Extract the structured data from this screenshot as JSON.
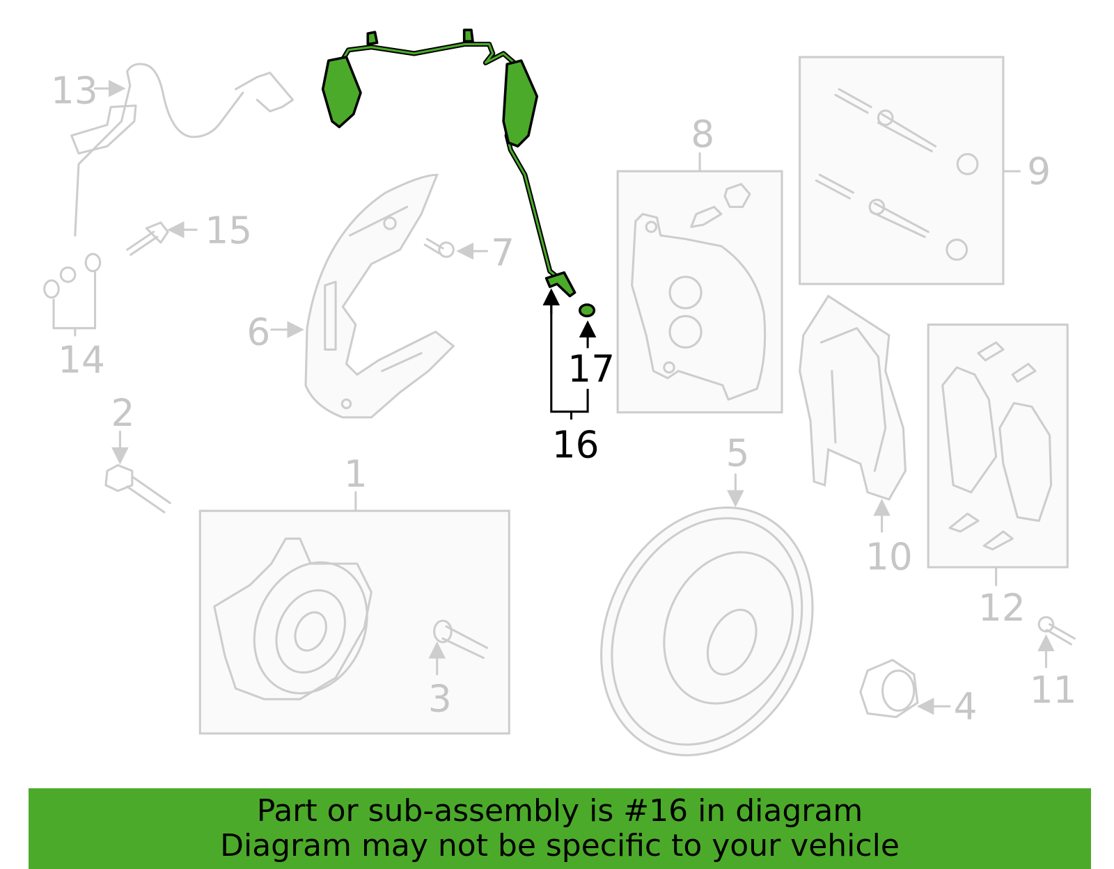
{
  "diagram": {
    "highlight_color": "#4caa2a",
    "highlighted_part": "16",
    "callouts": [
      "1",
      "2",
      "3",
      "4",
      "5",
      "6",
      "7",
      "8",
      "9",
      "10",
      "11",
      "12",
      "13",
      "14",
      "15",
      "16",
      "17"
    ]
  },
  "banner": {
    "line1": "Part or sub-assembly is #16 in diagram",
    "line2": "Diagram may not be specific to your vehicle"
  }
}
